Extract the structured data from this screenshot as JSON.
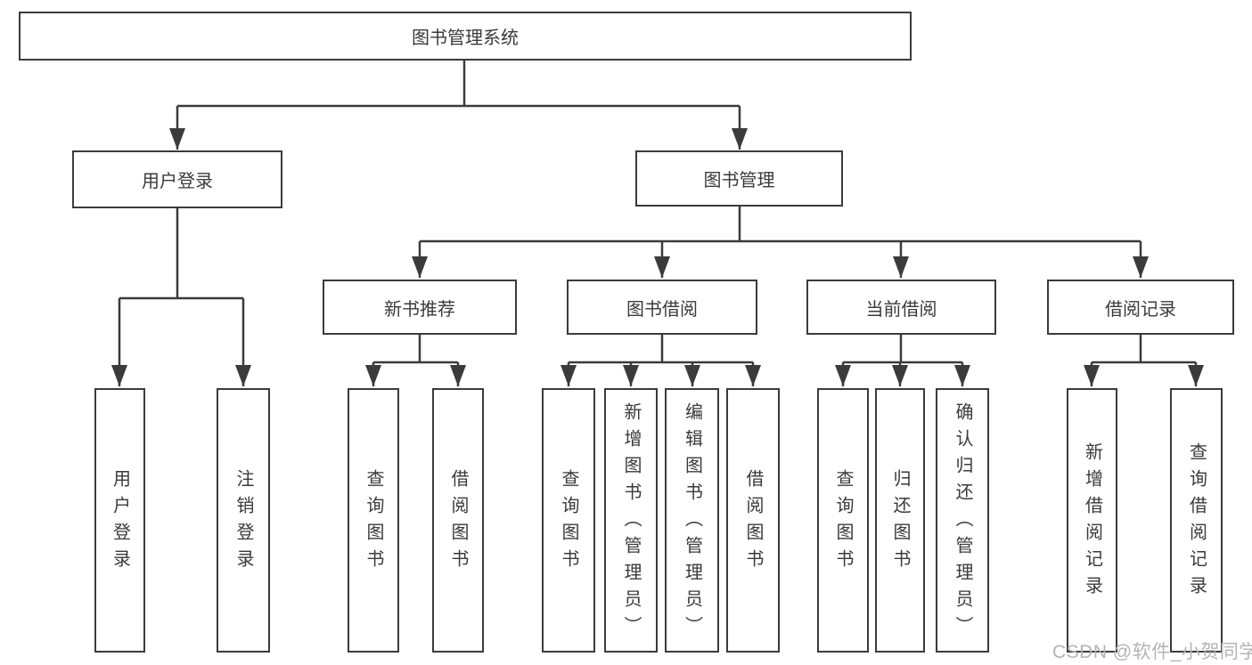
{
  "diagram": {
    "root": {
      "label": "图书管理系统",
      "children": [
        {
          "label": "用户登录",
          "children": [
            {
              "label": "用户登录"
            },
            {
              "label": "注销登录"
            }
          ]
        },
        {
          "label": "图书管理",
          "children": [
            {
              "label": "新书推荐",
              "children": [
                {
                  "label": "查询图书"
                },
                {
                  "label": "借阅图书"
                }
              ]
            },
            {
              "label": "图书借阅",
              "children": [
                {
                  "label": "查询图书"
                },
                {
                  "label": "新增图书（管理员）"
                },
                {
                  "label": "编辑图书（管理员）"
                },
                {
                  "label": "借阅图书"
                }
              ]
            },
            {
              "label": "当前借阅",
              "children": [
                {
                  "label": "查询图书"
                },
                {
                  "label": "归还图书"
                },
                {
                  "label": "确认归还（管理员）"
                }
              ]
            },
            {
              "label": "借阅记录",
              "children": [
                {
                  "label": "新增借阅记录"
                },
                {
                  "label": "查询借阅记录"
                }
              ]
            }
          ]
        }
      ]
    }
  },
  "watermark": {
    "text": "CSDN @软件_小贺同学"
  },
  "colors": {
    "line": "#3b3b3b",
    "box_border": "#3b3b3b",
    "box_background": "#ffffff",
    "text": "#3a3a3a",
    "watermark": "#b4b4b4"
  }
}
